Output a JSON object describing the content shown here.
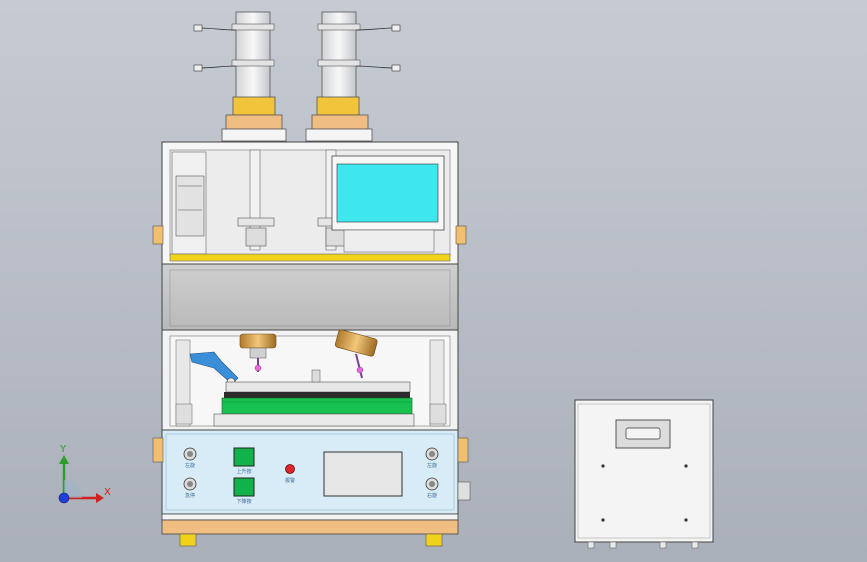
{
  "panel": {
    "knob_top_left_label": "左旋",
    "knob_bottom_left_label": "急停",
    "button_top_label": "上升按",
    "button_bottom_label": "下降按",
    "indicator_label": "报警",
    "knob_top_right_label": "左旋",
    "knob_bottom_right_label": "右旋"
  },
  "axes": {
    "y_label": "Y",
    "x_label": "X"
  },
  "colors": {
    "background": "#b8bec8",
    "frame": "#f4f4f4",
    "screen": "#3ee6ee",
    "control_panel": "#d7ecf6",
    "yellow": "#f0d21a",
    "orange": "#e9b87a",
    "green_button": "#12b24a",
    "alarm": "#e0242c"
  },
  "icons": [
    "motor-icon",
    "axis-triad-icon"
  ]
}
